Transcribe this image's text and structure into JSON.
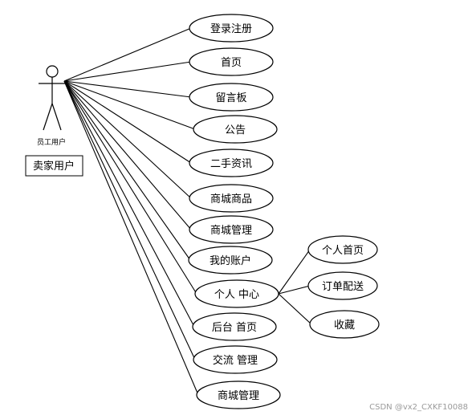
{
  "actor": {
    "name": "员工用户",
    "role_box_label": "卖家用户"
  },
  "use_cases": [
    {
      "id": "login",
      "label": "登录注册"
    },
    {
      "id": "home",
      "label": "首页"
    },
    {
      "id": "message-board",
      "label": "留言板"
    },
    {
      "id": "notice",
      "label": "公告"
    },
    {
      "id": "secondhand-info",
      "label": "二手资讯"
    },
    {
      "id": "mall-products",
      "label": "商城商品"
    },
    {
      "id": "mall-management",
      "label": "商城管理"
    },
    {
      "id": "my-account",
      "label": "我的账户"
    },
    {
      "id": "personal-center",
      "label": "个人 中心"
    },
    {
      "id": "backend-home",
      "label": "后台 首页"
    },
    {
      "id": "exchange-management",
      "label": "交流 管理"
    },
    {
      "id": "mall-management-2",
      "label": "商城管理"
    }
  ],
  "sub_use_cases": [
    {
      "id": "personal-home",
      "label": "个人首页"
    },
    {
      "id": "order-delivery",
      "label": "订单配送"
    },
    {
      "id": "favorites",
      "label": "收藏"
    }
  ],
  "watermark": "CSDN @vx2_CXKF10088"
}
